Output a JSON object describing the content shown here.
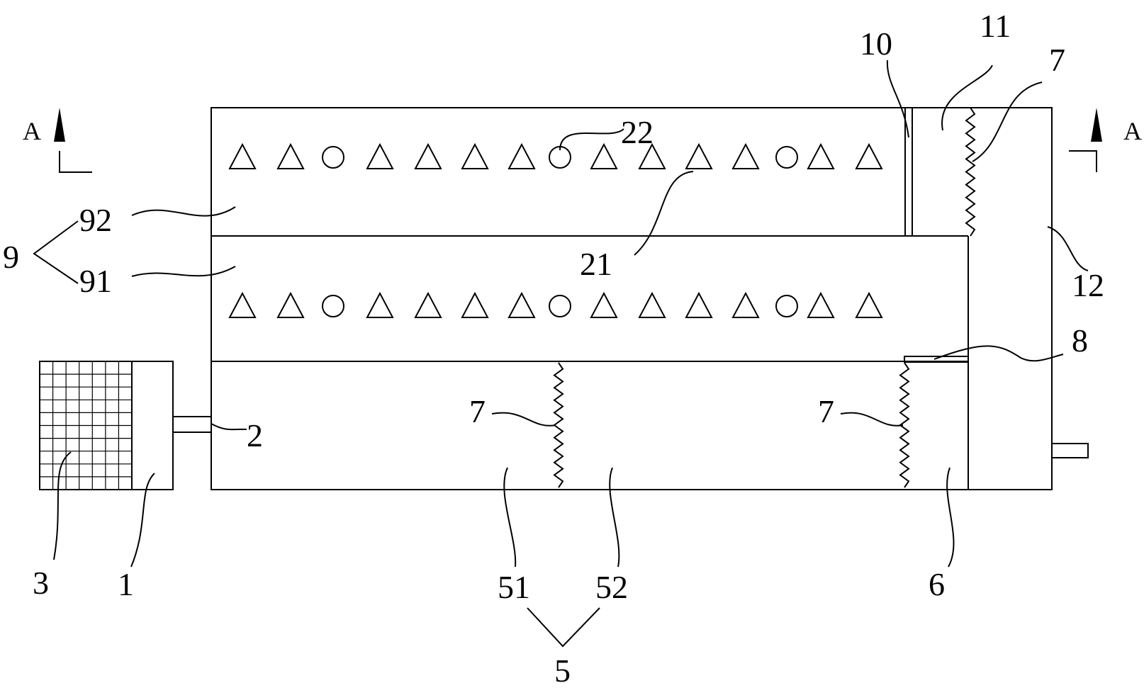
{
  "labels": {
    "l1": "1",
    "l2": "2",
    "l3": "3",
    "l5": "5",
    "l51": "51",
    "l52": "52",
    "l6": "6",
    "l7a": "7",
    "l7b": "7",
    "l7c": "7",
    "l8": "8",
    "l9": "9",
    "l91": "91",
    "l92": "92",
    "l10": "10",
    "l11": "11",
    "l12": "12",
    "l21": "21",
    "l22": "22"
  },
  "section_marks": {
    "left": "A",
    "right": "A"
  },
  "rows": {
    "top": [
      "triangle",
      "triangle",
      "circle",
      "triangle",
      "triangle",
      "triangle",
      "triangle",
      "circle",
      "triangle",
      "triangle",
      "triangle",
      "triangle",
      "circle",
      "triangle",
      "triangle"
    ],
    "middle": [
      "triangle",
      "triangle",
      "circle",
      "triangle",
      "triangle",
      "triangle",
      "triangle",
      "circle",
      "triangle",
      "triangle",
      "triangle",
      "triangle",
      "circle",
      "triangle",
      "triangle"
    ]
  },
  "icons": {
    "filter_block": "mesh-grid-icon",
    "section_arrow": "up-arrow-icon",
    "spring": "zigzag-spring-icon"
  }
}
